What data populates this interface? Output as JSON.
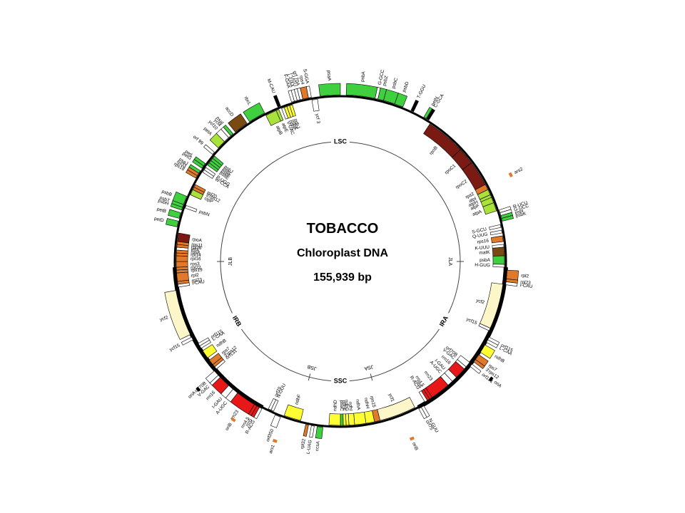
{
  "title": "TOBACCO",
  "subtitle": "Chloroplast DNA",
  "size": "155,939 bp",
  "colors": {
    "dark_red": "#7a1a12",
    "brown": "#7a4a12",
    "orange": "#e07a2a",
    "red": "#e81818",
    "green": "#3fcf3f",
    "lime": "#a8e23a",
    "yellow": "#ffff33",
    "cream": "#fdf6c8",
    "tan": "#e0b070",
    "white": "#ffffff",
    "black": "#000000"
  },
  "regions": [
    {
      "label": "LSC",
      "angle": 0
    },
    {
      "label": "SSC",
      "angle": 180
    },
    {
      "label": "IRA",
      "angle": 120
    },
    {
      "label": "IRB",
      "angle": 240
    }
  ],
  "junctions": [
    {
      "label": "JLA",
      "angle": 90
    },
    {
      "label": "JSA",
      "angle": 165
    },
    {
      "label": "JSB",
      "angle": 195
    },
    {
      "label": "JLB",
      "angle": 270
    }
  ],
  "genes": [
    {
      "label": "psbA",
      "start": 2,
      "end": 12,
      "color": "green",
      "side": "out"
    },
    {
      "label": "G-GCC",
      "start": 12,
      "end": 13,
      "color": "white",
      "side": "out"
    },
    {
      "label": "psbZ",
      "start": 13,
      "end": 15,
      "color": "green",
      "side": "out"
    },
    {
      "label": "psbC",
      "start": 15,
      "end": 19,
      "color": "green",
      "side": "out"
    },
    {
      "label": "psbD",
      "start": 19,
      "end": 22,
      "color": "green",
      "side": "out"
    },
    {
      "label": "T-GGU",
      "start": 25,
      "end": 26,
      "color": "black",
      "side": "out"
    },
    {
      "label": "petN",
      "start": 30,
      "end": 31,
      "color": "green",
      "side": "out"
    },
    {
      "label": "C-GCA",
      "start": 31,
      "end": 32,
      "color": "black",
      "side": "out"
    },
    {
      "label": "rpoB",
      "start": 33,
      "end": 47,
      "color": "dark_red",
      "side": "in"
    },
    {
      "label": "rpoC1",
      "start": 47,
      "end": 53,
      "color": "dark_red",
      "side": "in"
    },
    {
      "label": "rpoC2",
      "start": 53,
      "end": 62,
      "color": "dark_red",
      "side": "in"
    },
    {
      "label": "rps2",
      "start": 62,
      "end": 64,
      "color": "orange",
      "side": "in"
    },
    {
      "label": "atpI",
      "start": 64,
      "end": 66,
      "color": "lime",
      "side": "in"
    },
    {
      "label": "atpH",
      "start": 66,
      "end": 67,
      "color": "lime",
      "side": "in"
    },
    {
      "label": "atpF",
      "start": 67,
      "end": 69,
      "color": "lime",
      "side": "in"
    },
    {
      "label": "atpA",
      "start": 69,
      "end": 72,
      "color": "lime",
      "side": "in"
    },
    {
      "label": "R-UCU",
      "start": 72,
      "end": 73,
      "color": "white",
      "side": "out"
    },
    {
      "label": "G-UCC",
      "start": 73,
      "end": 74,
      "color": "white",
      "side": "out"
    },
    {
      "label": "psbI",
      "start": 74,
      "end": 75,
      "color": "green",
      "side": "out"
    },
    {
      "label": "psbK",
      "start": 75,
      "end": 76,
      "color": "green",
      "side": "out"
    },
    {
      "label": "S-GCU",
      "start": 77,
      "end": 78,
      "color": "white",
      "side": "in"
    },
    {
      "label": "Q-UUG",
      "start": 79,
      "end": 80,
      "color": "white",
      "side": "in"
    },
    {
      "label": "rps16",
      "start": 81,
      "end": 83,
      "color": "orange",
      "side": "in"
    },
    {
      "label": "K-UUU",
      "start": 84,
      "end": 85,
      "color": "white",
      "side": "in"
    },
    {
      "label": "matK",
      "start": 85,
      "end": 88,
      "color": "brown",
      "side": "in"
    },
    {
      "label": "psbA",
      "start": 88,
      "end": 91,
      "color": "green",
      "side": "in"
    },
    {
      "label": "H-GUG",
      "start": 91,
      "end": 92,
      "color": "white",
      "side": "in"
    },
    {
      "label": "rpl2",
      "start": 93,
      "end": 96,
      "color": "orange",
      "side": "out"
    },
    {
      "label": "rpl23",
      "start": 96,
      "end": 97,
      "color": "orange",
      "side": "out"
    },
    {
      "label": "I-CAU",
      "start": 97,
      "end": 98,
      "color": "white",
      "side": "out"
    },
    {
      "label": "ycf2",
      "start": 98,
      "end": 114,
      "color": "cream",
      "side": "in"
    },
    {
      "label": "ycf15",
      "start": 114,
      "end": 115,
      "color": "white",
      "side": "in"
    },
    {
      "label": "orf115",
      "start": 117,
      "end": 118,
      "color": "white",
      "side": "out"
    },
    {
      "label": "L-CAA",
      "start": 118,
      "end": 119,
      "color": "white",
      "side": "out"
    },
    {
      "label": "ndhB",
      "start": 120,
      "end": 123,
      "color": "yellow",
      "side": "out"
    },
    {
      "label": "rps7",
      "start": 124,
      "end": 126,
      "color": "orange",
      "side": "out"
    },
    {
      "label": "3'rps12",
      "start": 126,
      "end": 127,
      "color": "orange",
      "side": "out"
    },
    {
      "label": "orf131",
      "start": 128,
      "end": 129,
      "color": "white",
      "side": "out"
    },
    {
      "label": "orf70B",
      "start": 128,
      "end": 130,
      "color": "white",
      "side": "in"
    },
    {
      "label": "V-GAC",
      "start": 130,
      "end": 131,
      "color": "white",
      "side": "in"
    },
    {
      "label": "rrn16",
      "start": 131,
      "end": 135,
      "color": "red",
      "side": "in"
    },
    {
      "label": "I-GAU",
      "start": 135,
      "end": 137,
      "color": "white",
      "side": "in"
    },
    {
      "label": "A-UGC",
      "start": 137,
      "end": 139,
      "color": "white",
      "side": "in"
    },
    {
      "label": "rrn23",
      "start": 139,
      "end": 146,
      "color": "red",
      "side": "in"
    },
    {
      "label": "rrn4.5",
      "start": 146,
      "end": 147,
      "color": "red",
      "side": "in"
    },
    {
      "label": "rrn5",
      "start": 147,
      "end": 148,
      "color": "red",
      "side": "in"
    },
    {
      "label": "R-ACG",
      "start": 148,
      "end": 149,
      "color": "white",
      "side": "in"
    },
    {
      "label": "N-GUU",
      "start": 150,
      "end": 151,
      "color": "white",
      "side": "out"
    },
    {
      "label": "orf75",
      "start": 151,
      "end": 152,
      "color": "white",
      "side": "out"
    },
    {
      "label": "ycf1",
      "start": 153,
      "end": 166,
      "color": "cream",
      "side": "in"
    },
    {
      "label": "rps15",
      "start": 166,
      "end": 168,
      "color": "orange",
      "side": "in"
    },
    {
      "label": "ndhH",
      "start": 168,
      "end": 171,
      "color": "yellow",
      "side": "in"
    },
    {
      "label": "ndhA",
      "start": 171,
      "end": 175,
      "color": "yellow",
      "side": "in"
    },
    {
      "label": "ndhI",
      "start": 175,
      "end": 177,
      "color": "yellow",
      "side": "in"
    },
    {
      "label": "ndhG",
      "start": 177,
      "end": 178,
      "color": "yellow",
      "side": "in"
    },
    {
      "label": "ndhE",
      "start": 178,
      "end": 179,
      "color": "yellow",
      "side": "in"
    },
    {
      "label": "psaC",
      "start": 179,
      "end": 180,
      "color": "green",
      "side": "in"
    },
    {
      "label": "ndhD",
      "start": 180,
      "end": 184,
      "color": "yellow",
      "side": "in"
    },
    {
      "label": "ccsA",
      "start": 186,
      "end": 188,
      "color": "green",
      "side": "out"
    },
    {
      "label": "L-UAG",
      "start": 189,
      "end": 190,
      "color": "white",
      "side": "out"
    },
    {
      "label": "rpl32",
      "start": 191,
      "end": 192,
      "color": "orange",
      "side": "out"
    },
    {
      "label": "ndhF",
      "start": 194,
      "end": 200,
      "color": "yellow",
      "side": "in"
    },
    {
      "label": "orf350",
      "start": 201,
      "end": 203,
      "color": "white",
      "side": "out"
    },
    {
      "label": "N-GUU",
      "start": 204,
      "end": 205,
      "color": "white",
      "side": "in"
    },
    {
      "label": "orf75",
      "start": 205,
      "end": 206,
      "color": "white",
      "side": "in"
    },
    {
      "label": "R-ACG",
      "start": 208,
      "end": 209,
      "color": "white",
      "side": "out"
    },
    {
      "label": "rrn5",
      "start": 209,
      "end": 210,
      "color": "red",
      "side": "out"
    },
    {
      "label": "rrn4.5",
      "start": 210,
      "end": 211,
      "color": "red",
      "side": "out"
    },
    {
      "label": "rrn23",
      "start": 211,
      "end": 218,
      "color": "red",
      "side": "out"
    },
    {
      "label": "A-UGC",
      "start": 218,
      "end": 220,
      "color": "white",
      "side": "out"
    },
    {
      "label": "I-GAU",
      "start": 220,
      "end": 222,
      "color": "white",
      "side": "out"
    },
    {
      "label": "rrn16",
      "start": 222,
      "end": 226,
      "color": "red",
      "side": "out"
    },
    {
      "label": "V-GAC",
      "start": 226,
      "end": 227,
      "color": "white",
      "side": "out"
    },
    {
      "label": "orf70B",
      "start": 227,
      "end": 229,
      "color": "white",
      "side": "out"
    },
    {
      "label": "orf131",
      "start": 229,
      "end": 230,
      "color": "white",
      "side": "in"
    },
    {
      "label": "3'rps12",
      "start": 230,
      "end": 231,
      "color": "orange",
      "side": "in"
    },
    {
      "label": "rps7",
      "start": 231,
      "end": 233,
      "color": "orange",
      "side": "in"
    },
    {
      "label": "ndhB",
      "start": 234,
      "end": 237,
      "color": "yellow",
      "side": "in"
    },
    {
      "label": "L-CAA",
      "start": 238,
      "end": 239,
      "color": "white",
      "side": "in"
    },
    {
      "label": "orf115",
      "start": 239,
      "end": 240,
      "color": "white",
      "side": "in"
    },
    {
      "label": "ycf15",
      "start": 242,
      "end": 243,
      "color": "white",
      "side": "out"
    },
    {
      "label": "ycf2",
      "start": 244,
      "end": 260,
      "color": "cream",
      "side": "out"
    },
    {
      "label": "I-CAU",
      "start": 261,
      "end": 262,
      "color": "white",
      "side": "in"
    },
    {
      "label": "rpl23",
      "start": 262,
      "end": 263,
      "color": "orange",
      "side": "in"
    },
    {
      "label": "rpl2",
      "start": 263,
      "end": 266,
      "color": "orange",
      "side": "in"
    },
    {
      "label": "rps19",
      "start": 266,
      "end": 267,
      "color": "orange",
      "side": "in"
    },
    {
      "label": "rpl22",
      "start": 267,
      "end": 268,
      "color": "orange",
      "side": "in"
    },
    {
      "label": "rps3",
      "start": 268,
      "end": 270,
      "color": "orange",
      "side": "in"
    },
    {
      "label": "rpl16",
      "start": 270,
      "end": 272,
      "color": "orange",
      "side": "in"
    },
    {
      "label": "rpl14",
      "start": 272,
      "end": 273,
      "color": "orange",
      "side": "in"
    },
    {
      "label": "rps8",
      "start": 273,
      "end": 274,
      "color": "orange",
      "side": "in"
    },
    {
      "label": "infA",
      "start": 274,
      "end": 275,
      "color": "white",
      "side": "in"
    },
    {
      "label": "rpl36",
      "start": 275,
      "end": 276,
      "color": "orange",
      "side": "in"
    },
    {
      "label": "rps11",
      "start": 276,
      "end": 277,
      "color": "orange",
      "side": "in"
    },
    {
      "label": "rpoA",
      "start": 277,
      "end": 280,
      "color": "dark_red",
      "side": "in"
    },
    {
      "label": "petD",
      "start": 282,
      "end": 284,
      "color": "green",
      "side": "out"
    },
    {
      "label": "petB",
      "start": 285,
      "end": 287,
      "color": "green",
      "side": "out"
    },
    {
      "label": "psbH",
      "start": 288,
      "end": 289,
      "color": "green",
      "side": "out"
    },
    {
      "label": "psbT",
      "start": 289,
      "end": 290,
      "color": "green",
      "side": "out"
    },
    {
      "label": "psbB",
      "start": 290,
      "end": 293,
      "color": "green",
      "side": "out"
    },
    {
      "label": "psbN",
      "start": 289,
      "end": 290,
      "color": "white",
      "side": "in"
    },
    {
      "label": "clpP",
      "start": 294,
      "end": 296,
      "color": "lime",
      "side": "in"
    },
    {
      "label": "5'rps12",
      "start": 296,
      "end": 297,
      "color": "orange",
      "side": "in"
    },
    {
      "label": "rpl20",
      "start": 297,
      "end": 298,
      "color": "orange",
      "side": "in"
    },
    {
      "label": "rps18",
      "start": 300,
      "end": 301,
      "color": "orange",
      "side": "out"
    },
    {
      "label": "rpl33",
      "start": 301,
      "end": 302,
      "color": "orange",
      "side": "out"
    },
    {
      "label": "psaJ",
      "start": 302,
      "end": 303,
      "color": "green",
      "side": "out"
    },
    {
      "label": "petG",
      "start": 304,
      "end": 305,
      "color": "green",
      "side": "out"
    },
    {
      "label": "petL",
      "start": 305,
      "end": 306,
      "color": "green",
      "side": "out"
    },
    {
      "label": "W-CCA",
      "start": 303,
      "end": 304,
      "color": "white",
      "side": "in"
    },
    {
      "label": "P-UGG",
      "start": 304,
      "end": 305,
      "color": "white",
      "side": "in"
    },
    {
      "label": "psbE",
      "start": 306,
      "end": 307,
      "color": "green",
      "side": "in"
    },
    {
      "label": "psbF",
      "start": 307,
      "end": 308,
      "color": "green",
      "side": "in"
    },
    {
      "label": "psbL",
      "start": 308,
      "end": 309,
      "color": "green",
      "side": "in"
    },
    {
      "label": "psbJ",
      "start": 309,
      "end": 310,
      "color": "green",
      "side": "in"
    },
    {
      "label": "orf 99",
      "start": 310,
      "end": 311,
      "color": "white",
      "side": "out"
    },
    {
      "label": "petA",
      "start": 313,
      "end": 316,
      "color": "lime",
      "side": "out"
    },
    {
      "label": "ycf10",
      "start": 316,
      "end": 318,
      "color": "white",
      "side": "out"
    },
    {
      "label": "ycf4",
      "start": 318,
      "end": 319,
      "color": "white",
      "side": "out"
    },
    {
      "label": "psaI",
      "start": 319,
      "end": 320,
      "color": "green",
      "side": "out"
    },
    {
      "label": "accD",
      "start": 321,
      "end": 326,
      "color": "brown",
      "side": "out"
    },
    {
      "label": "rbcL",
      "start": 327,
      "end": 333,
      "color": "green",
      "side": "out"
    },
    {
      "label": "atpB",
      "start": 333,
      "end": 337,
      "color": "lime",
      "side": "in"
    },
    {
      "label": "atpE",
      "start": 337,
      "end": 338,
      "color": "lime",
      "side": "in"
    },
    {
      "label": "M-CAU",
      "start": 338,
      "end": 339,
      "color": "black",
      "side": "out"
    },
    {
      "label": "V-UAC",
      "start": 339,
      "end": 340,
      "color": "white",
      "side": "in"
    },
    {
      "label": "ndhC",
      "start": 340,
      "end": 341,
      "color": "yellow",
      "side": "in"
    },
    {
      "label": "ndhK",
      "start": 341,
      "end": 342,
      "color": "yellow",
      "side": "in"
    },
    {
      "label": "ndhJ",
      "start": 342,
      "end": 343,
      "color": "yellow",
      "side": "in"
    },
    {
      "label": "F-GAA",
      "start": 343,
      "end": 344,
      "color": "white",
      "side": "out"
    },
    {
      "label": "L-UAA",
      "start": 344,
      "end": 345,
      "color": "white",
      "side": "out"
    },
    {
      "label": "T-UGU",
      "start": 345,
      "end": 346,
      "color": "white",
      "side": "out"
    },
    {
      "label": "orf 70A",
      "start": 346,
      "end": 347,
      "color": "white",
      "side": "out"
    },
    {
      "label": "rps4",
      "start": 347,
      "end": 349,
      "color": "orange",
      "side": "out"
    },
    {
      "label": "S-GGA",
      "start": 349,
      "end": 350,
      "color": "white",
      "side": "out"
    },
    {
      "label": "ycf 3",
      "start": 350,
      "end": 352,
      "color": "white",
      "side": "in"
    },
    {
      "label": "psaA",
      "start": 353,
      "end": 360,
      "color": "green",
      "side": "out"
    }
  ],
  "outer_features": [
    {
      "label": "ars2",
      "angle": 63,
      "color": "orange"
    },
    {
      "label": "ars1",
      "angle": 200,
      "color": "orange"
    },
    {
      "label": "oriA",
      "angle": 128,
      "color": "black"
    },
    {
      "label": "oriB",
      "angle": 158,
      "color": "orange"
    },
    {
      "label": "oriA",
      "angle": 228,
      "color": "black"
    },
    {
      "label": "oriB",
      "angle": 214,
      "color": "orange"
    }
  ]
}
